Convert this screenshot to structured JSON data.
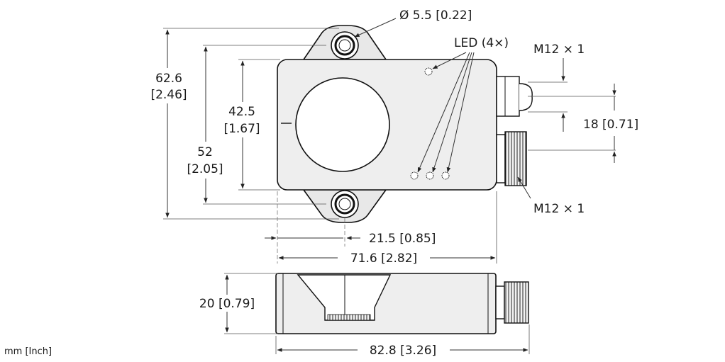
{
  "labels": {
    "hole_diameter": "Ø 5.5 [0.22]",
    "led": "LED (4×)",
    "connector_top": "M12 × 1",
    "connector_bottom": "M12 × 1",
    "total_height_mm": "62.6",
    "total_height_in": "[2.46]",
    "inner_height_mm": "42.5",
    "inner_height_in": "[1.67]",
    "hole_spacing_mm": "52",
    "hole_spacing_in": "[2.05]",
    "connector_spacing": "18 [0.71]",
    "hole_offset": "21.5 [0.85]",
    "body_width": "71.6 [2.82]",
    "side_height": "20 [0.79]",
    "total_length": "82.8 [3.26]",
    "units": "mm [Inch]"
  },
  "colors": {
    "body_fill": "#eeeeee",
    "line": "#111111",
    "dimension": "#333333"
  }
}
